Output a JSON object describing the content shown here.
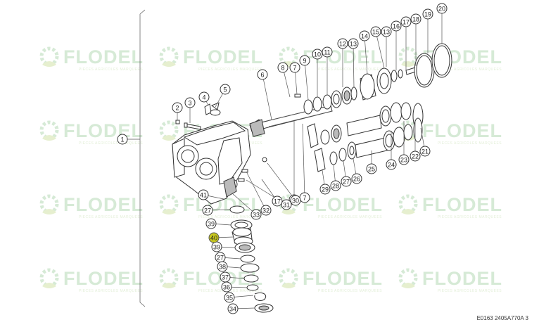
{
  "watermark": {
    "brand": "FLODEL",
    "tagline": "PIECES AGRICOLES MARQUEES"
  },
  "diagram_code": "E0163 2405A770A 3",
  "highlight_color": "#c8c81e",
  "callouts": [
    {
      "id": "1",
      "label": "1",
      "highlighted": false
    },
    {
      "id": "2",
      "label": "2",
      "highlighted": false
    },
    {
      "id": "3",
      "label": "3",
      "highlighted": false
    },
    {
      "id": "4",
      "label": "4",
      "highlighted": false
    },
    {
      "id": "5",
      "label": "5",
      "highlighted": false
    },
    {
      "id": "6",
      "label": "6",
      "highlighted": false
    },
    {
      "id": "7a",
      "label": "7",
      "highlighted": false
    },
    {
      "id": "7b",
      "label": "7",
      "highlighted": false
    },
    {
      "id": "8a",
      "label": "8",
      "highlighted": false
    },
    {
      "id": "8b",
      "label": "8",
      "highlighted": false
    },
    {
      "id": "9",
      "label": "9",
      "highlighted": false
    },
    {
      "id": "10",
      "label": "10",
      "highlighted": false
    },
    {
      "id": "11",
      "label": "11",
      "highlighted": false
    },
    {
      "id": "12",
      "label": "12",
      "highlighted": false
    },
    {
      "id": "13a",
      "label": "13",
      "highlighted": false
    },
    {
      "id": "13b",
      "label": "13",
      "highlighted": false
    },
    {
      "id": "14",
      "label": "14",
      "highlighted": false
    },
    {
      "id": "15",
      "label": "15",
      "highlighted": false
    },
    {
      "id": "16",
      "label": "16",
      "highlighted": false
    },
    {
      "id": "17a",
      "label": "17",
      "highlighted": false
    },
    {
      "id": "17b",
      "label": "17",
      "highlighted": false
    },
    {
      "id": "18",
      "label": "18",
      "highlighted": false
    },
    {
      "id": "19",
      "label": "19",
      "highlighted": false
    },
    {
      "id": "20",
      "label": "20",
      "highlighted": false
    },
    {
      "id": "21",
      "label": "21",
      "highlighted": false
    },
    {
      "id": "22",
      "label": "22",
      "highlighted": false
    },
    {
      "id": "23",
      "label": "23",
      "highlighted": false
    },
    {
      "id": "24",
      "label": "24",
      "highlighted": false
    },
    {
      "id": "25",
      "label": "25",
      "highlighted": false
    },
    {
      "id": "26",
      "label": "26",
      "highlighted": false
    },
    {
      "id": "27a",
      "label": "27",
      "highlighted": false
    },
    {
      "id": "27b",
      "label": "27",
      "highlighted": false
    },
    {
      "id": "27c",
      "label": "27",
      "highlighted": false
    },
    {
      "id": "28",
      "label": "28",
      "highlighted": false
    },
    {
      "id": "29",
      "label": "29",
      "highlighted": false
    },
    {
      "id": "30",
      "label": "30",
      "highlighted": false
    },
    {
      "id": "31",
      "label": "31",
      "highlighted": false
    },
    {
      "id": "32",
      "label": "32",
      "highlighted": false
    },
    {
      "id": "33",
      "label": "33",
      "highlighted": false
    },
    {
      "id": "34",
      "label": "34",
      "highlighted": false
    },
    {
      "id": "35",
      "label": "35",
      "highlighted": false
    },
    {
      "id": "36",
      "label": "36",
      "highlighted": false
    },
    {
      "id": "37",
      "label": "37",
      "highlighted": false
    },
    {
      "id": "38",
      "label": "38",
      "highlighted": false
    },
    {
      "id": "39a",
      "label": "39",
      "highlighted": false
    },
    {
      "id": "39b",
      "label": "39",
      "highlighted": false
    },
    {
      "id": "40",
      "label": "40",
      "highlighted": true
    },
    {
      "id": "41",
      "label": "41",
      "highlighted": false
    }
  ]
}
